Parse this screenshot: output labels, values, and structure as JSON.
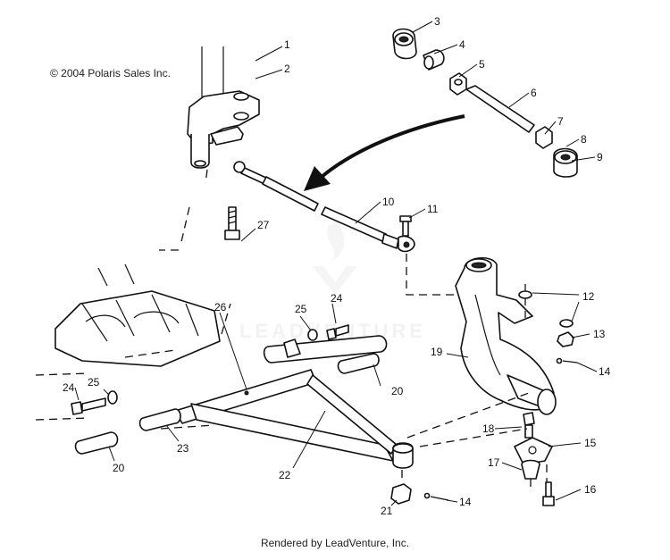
{
  "copyright": "© 2004 Polaris Sales Inc.",
  "footer": "Rendered by LeadVenture, Inc.",
  "watermark": "LEADVENTURE",
  "callouts": [
    "1",
    "2",
    "3",
    "4",
    "5",
    "6",
    "7",
    "8",
    "9",
    "10",
    "11",
    "12",
    "13",
    "14",
    "14",
    "15",
    "16",
    "17",
    "18",
    "19",
    "20",
    "20",
    "21",
    "22",
    "23",
    "24",
    "24",
    "25",
    "25",
    "26",
    "27"
  ]
}
